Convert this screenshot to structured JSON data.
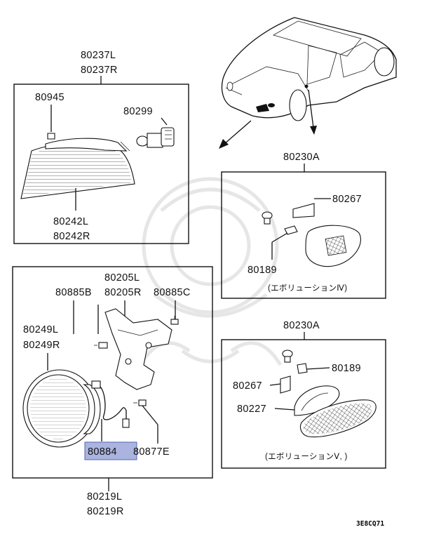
{
  "labels": {
    "lamp_main_l": "80237L",
    "lamp_main_r": "80237R",
    "screw_top": "80945",
    "bulb_top": "80299",
    "lens_l": "80242L",
    "lens_r": "80242R",
    "fog_bracket_l": "80205L",
    "fog_bracket_r": "80205R",
    "bolt_left": "80885B",
    "bolt_right": "80885C",
    "fog_body_l": "80249L",
    "fog_body_r": "80249R",
    "harness": "80884",
    "screw_fog": "80877E",
    "fog_assy_l": "80219L",
    "fog_assy_r": "80219R",
    "side_lamp_a": "80230A",
    "side_socket_a": "80267",
    "side_bulb_a": "80189",
    "side_note_a": "(エボリューションⅣ)",
    "side_lamp_b": "80230A",
    "side_bulb_b": "80189",
    "side_socket_b": "80267",
    "side_lens_b": "80227",
    "side_note_b": "(エボリューションⅤ,   )",
    "diagram_code": "3E8CQ71"
  },
  "colors": {
    "highlight": "#aab4df",
    "highlight_border": "#5563b0"
  }
}
